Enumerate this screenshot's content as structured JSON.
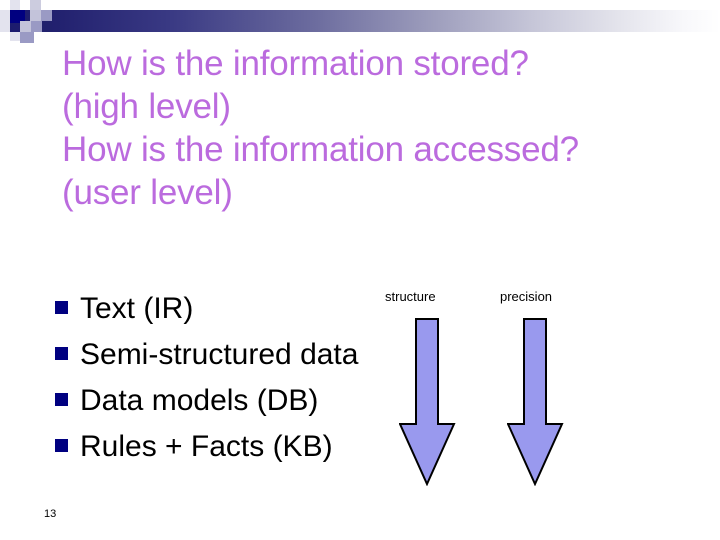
{
  "slide": {
    "page_number": "13",
    "background_color": "#ffffff"
  },
  "header": {
    "band_gradient_from": "#1b1a6e",
    "band_gradient_to": "#ffffff",
    "decoration_colors": {
      "navy": "#000080",
      "lavender": "#ccccdf",
      "mid_blue": "#9a9ac4",
      "pale": "#e3e3ee",
      "dark": "#21216d"
    }
  },
  "title": {
    "color": "#bb6bde",
    "lines": [
      "How is the information stored?",
      "(high level)",
      "How is the information accessed?",
      "(user level)"
    ]
  },
  "body": {
    "bullet_marker_color": "#000080",
    "text_color": "#000000",
    "bullets": [
      {
        "label": "Text  (IR)"
      },
      {
        "label": "Semi-structured data"
      },
      {
        "label": "Data models (DB)"
      },
      {
        "label": "Rules + Facts (KB)"
      }
    ]
  },
  "diagram": {
    "arrow_fill": "#9999ee",
    "arrow_stroke": "#000000",
    "columns": [
      {
        "label": "structure",
        "arrow_direction": "down"
      },
      {
        "label": "precision",
        "arrow_direction": "down"
      }
    ]
  }
}
